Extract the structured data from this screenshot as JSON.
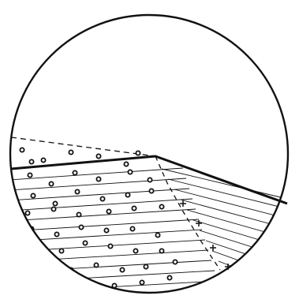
{
  "diagram": {
    "ink_color": "#111111",
    "background_color": "#ffffff",
    "elements": [
      "circular-field-of-view",
      "dashed-upper-boundary",
      "solid-lower-boundary",
      "hatched-layer",
      "hatched-wedge",
      "dashed-inner-boundary",
      "upper-band-dots",
      "lower-hatched-dots",
      "wedge-cross-marks"
    ]
  }
}
